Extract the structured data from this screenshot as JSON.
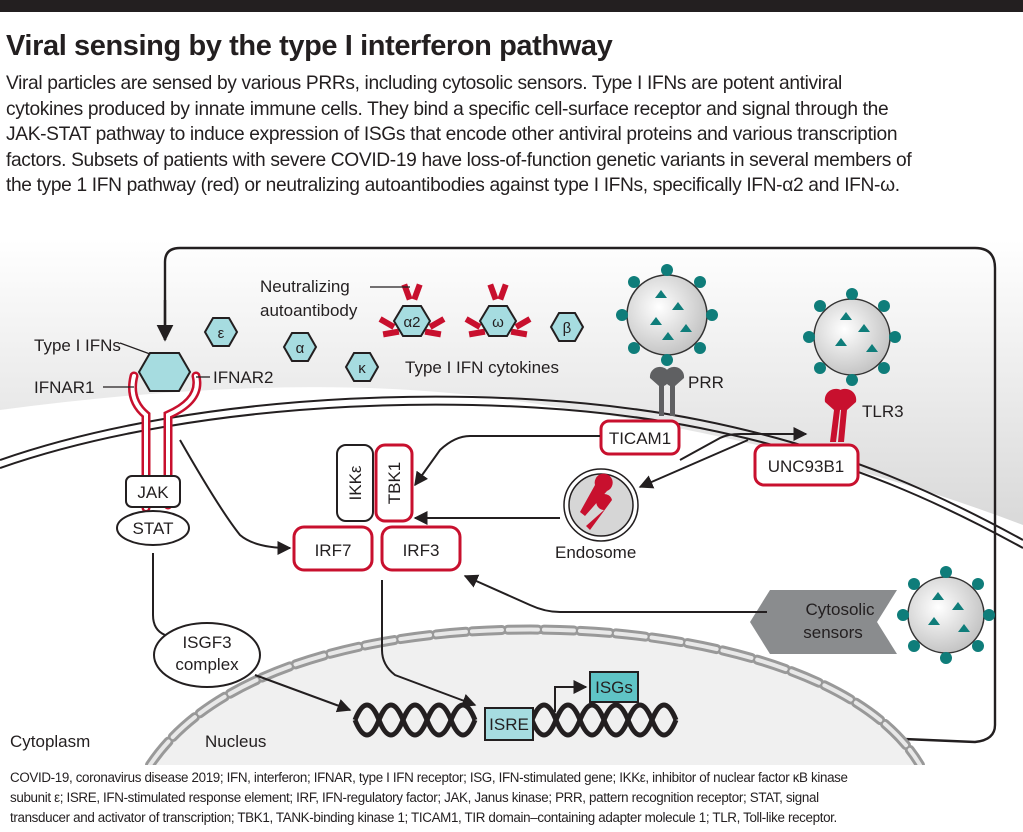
{
  "header": {
    "title": "Viral sensing by the type I interferon pathway",
    "description_lines": [
      "Viral particles are sensed by various PRRs, including cytosolic sensors. Type I IFNs are potent antiviral",
      "cytokines produced by innate immune cells. They bind a specific cell-surface receptor and signal through the",
      "JAK-STAT pathway to induce expression of ISGs that encode other antiviral proteins and various transcription",
      "factors. Subsets of patients with severe COVID-19 have loss-of-function genetic variants in several members of",
      "the type 1 IFN pathway (red) or neutralizing autoantibodies against type I IFNs, specifically IFN-α2 and IFN-ω."
    ]
  },
  "colors": {
    "top_bar": "#231f20",
    "pathway_red": "#c8102e",
    "ifn_cyan": "#a6dce0",
    "virus_teal": "#0f7d7a",
    "membrane_gray": "#9a9a9a",
    "sensor_gray": "#8a8c8e"
  },
  "diagram": {
    "labels": {
      "type1_ifns": "Type I IFNs",
      "ifnar1": "IFNAR1",
      "ifnar2": "IFNAR2",
      "neutralizing_line1": "Neutralizing",
      "neutralizing_line2": "autoantibody",
      "cytokines": "Type I IFN cytokines",
      "prr": "PRR",
      "tlr3": "TLR3",
      "endosome": "Endosome",
      "cytoplasm": "Cytoplasm",
      "nucleus": "Nucleus",
      "cytosolic_line1": "Cytosolic",
      "cytosolic_line2": "sensors",
      "isgf3_line1": "ISGF3",
      "isgf3_line2": "complex"
    },
    "cytokines": [
      {
        "symbol": "ε"
      },
      {
        "symbol": "α"
      },
      {
        "symbol": "κ"
      },
      {
        "symbol": "α2",
        "neutralized": true
      },
      {
        "symbol": "ω",
        "neutralized": true
      },
      {
        "symbol": "β"
      }
    ],
    "boxes": {
      "jak": "JAK",
      "stat": "STAT",
      "ikke": "IKKε",
      "tbk1": "TBK1",
      "irf7": "IRF7",
      "irf3": "IRF3",
      "ticam1": "TICAM1",
      "unc93b1": "UNC93B1",
      "isre": "ISRE",
      "isgs": "ISGs"
    },
    "red_members": [
      "IFNAR1",
      "IFNAR2",
      "TBK1",
      "IRF7",
      "IRF3",
      "TICAM1",
      "UNC93B1",
      "TLR3"
    ]
  },
  "footer": {
    "lines": [
      "COVID-19, coronavirus disease 2019; IFN, interferon; IFNAR, type I IFN receptor; ISG, IFN-stimulated gene; IKKε, inhibitor of nuclear factor κB kinase",
      "subunit ε; ISRE, IFN-stimulated response element; IRF, IFN-regulatory factor; JAK, Janus kinase; PRR, pattern recognition receptor; STAT, signal",
      "transducer and activator of transcription; TBK1, TANK-binding kinase 1; TICAM1, TIR domain–containing adapter molecule 1; TLR, Toll-like receptor."
    ]
  }
}
